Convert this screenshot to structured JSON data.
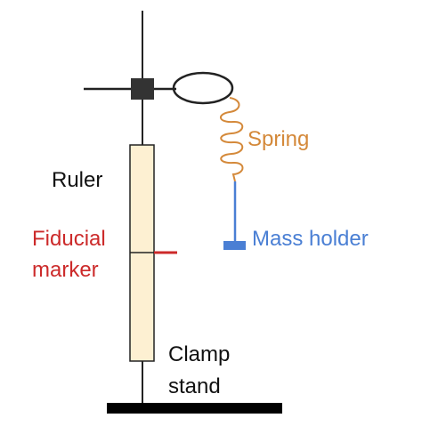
{
  "labels": {
    "spring": "Spring",
    "ruler": "Ruler",
    "fiducial_line1": "Fiducial",
    "fiducial_line2": "marker",
    "mass_holder": "Mass holder",
    "clamp_line1": "Clamp",
    "clamp_line2": "stand"
  },
  "colors": {
    "spring": "#d4893a",
    "fiducial": "#cc2a2a",
    "mass_holder": "#4a7fd4",
    "ruler_fill": "#fdf0d2",
    "structure": "#222222",
    "clamp_block": "#333333"
  }
}
